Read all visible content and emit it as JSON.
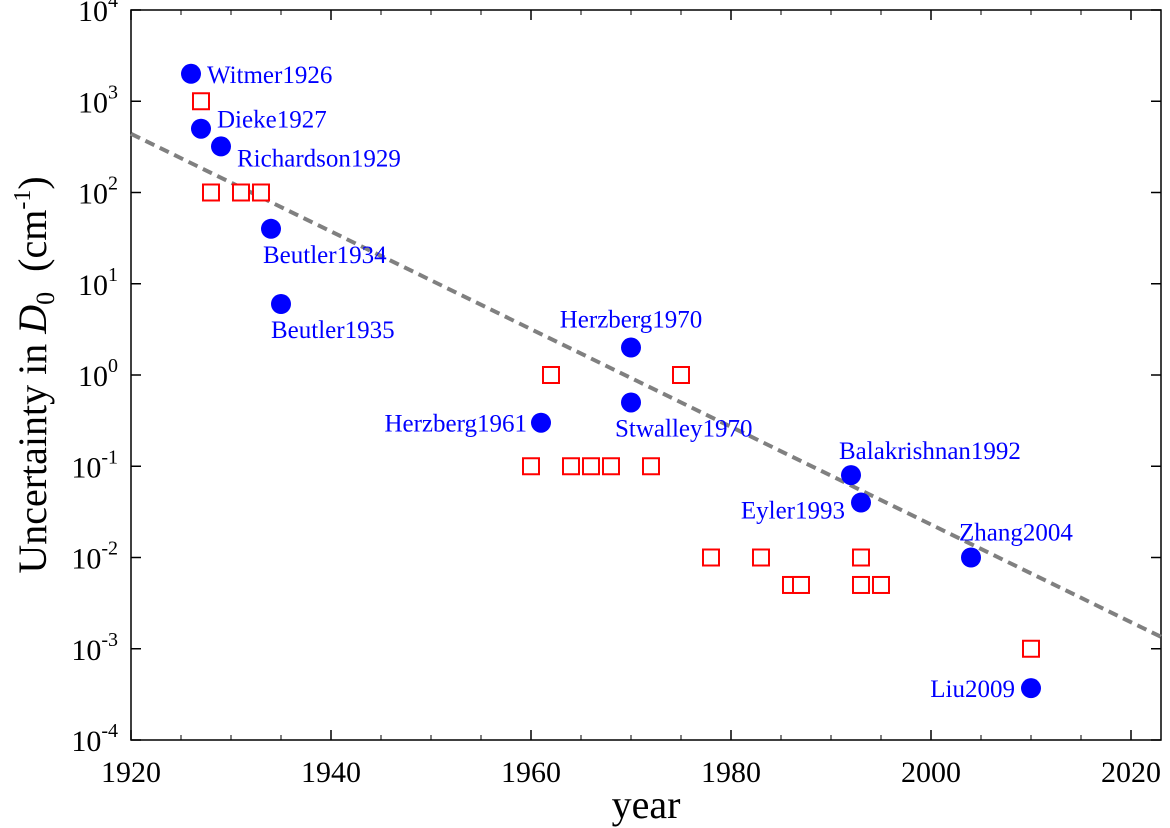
{
  "chart_data": {
    "type": "scatter",
    "xlabel": "year",
    "ylabel": {
      "prefix": "Uncertainty in ",
      "symbol": "D",
      "subscript": "0",
      "unit_open": "  (cm",
      "unit_sup": "-1",
      "unit_close": ")"
    },
    "xlim": [
      1920,
      2023
    ],
    "ylim": [
      0.0001,
      10000
    ],
    "yscale": "log",
    "grid": false,
    "x_ticks": [
      1920,
      1940,
      1960,
      1980,
      2000,
      2020
    ],
    "y_ticks": [
      {
        "value": 0.0001,
        "base": "10",
        "exp": "-4"
      },
      {
        "value": 0.001,
        "base": "10",
        "exp": "-3"
      },
      {
        "value": 0.01,
        "base": "10",
        "exp": "-2"
      },
      {
        "value": 0.1,
        "base": "10",
        "exp": "-1"
      },
      {
        "value": 1,
        "base": "10",
        "exp": "0"
      },
      {
        "value": 10,
        "base": "10",
        "exp": "1"
      },
      {
        "value": 100,
        "base": "10",
        "exp": "2"
      },
      {
        "value": 1000,
        "base": "10",
        "exp": "3"
      },
      {
        "value": 10000,
        "base": "10",
        "exp": "4"
      }
    ],
    "series": [
      {
        "marker": "filled-circle",
        "color": "#0000ff",
        "points": [
          {
            "x": 1926,
            "y": 2000,
            "label": "Witmer1926"
          },
          {
            "x": 1927,
            "y": 500,
            "label": "Dieke1927"
          },
          {
            "x": 1929,
            "y": 320,
            "label": "Richardson1929"
          },
          {
            "x": 1934,
            "y": 40,
            "label": "Beutler1934"
          },
          {
            "x": 1935,
            "y": 6,
            "label": "Beutler1935"
          },
          {
            "x": 1961,
            "y": 0.3,
            "label": "Herzberg1961"
          },
          {
            "x": 1970,
            "y": 2,
            "label": "Herzberg1970"
          },
          {
            "x": 1970,
            "y": 0.5,
            "label": "Stwalley1970"
          },
          {
            "x": 1992,
            "y": 0.08,
            "label": "Balakrishnan1992"
          },
          {
            "x": 1993,
            "y": 0.04,
            "label": "Eyler1993"
          },
          {
            "x": 2004,
            "y": 0.01,
            "label": "Zhang2004"
          },
          {
            "x": 2010,
            "y": 0.00037,
            "label": "Liu2009"
          }
        ]
      },
      {
        "marker": "open-square",
        "color": "#ff0000",
        "points": [
          {
            "x": 1927,
            "y": 1000
          },
          {
            "x": 1928,
            "y": 100
          },
          {
            "x": 1931,
            "y": 100
          },
          {
            "x": 1933,
            "y": 100
          },
          {
            "x": 1960,
            "y": 0.1
          },
          {
            "x": 1962,
            "y": 1
          },
          {
            "x": 1964,
            "y": 0.1
          },
          {
            "x": 1966,
            "y": 0.1
          },
          {
            "x": 1968,
            "y": 0.1
          },
          {
            "x": 1972,
            "y": 0.1
          },
          {
            "x": 1975,
            "y": 1
          },
          {
            "x": 1978,
            "y": 0.01
          },
          {
            "x": 1983,
            "y": 0.01
          },
          {
            "x": 1986,
            "y": 0.005
          },
          {
            "x": 1987,
            "y": 0.005
          },
          {
            "x": 1993,
            "y": 0.01
          },
          {
            "x": 1993,
            "y": 0.005
          },
          {
            "x": 1995,
            "y": 0.005
          },
          {
            "x": 2010,
            "y": 0.001
          }
        ]
      }
    ],
    "trendline": {
      "style": "dashed",
      "color": "#808080",
      "from": {
        "x": 1920,
        "y": 440
      },
      "to": {
        "x": 2023,
        "y": 0.00135
      }
    }
  }
}
